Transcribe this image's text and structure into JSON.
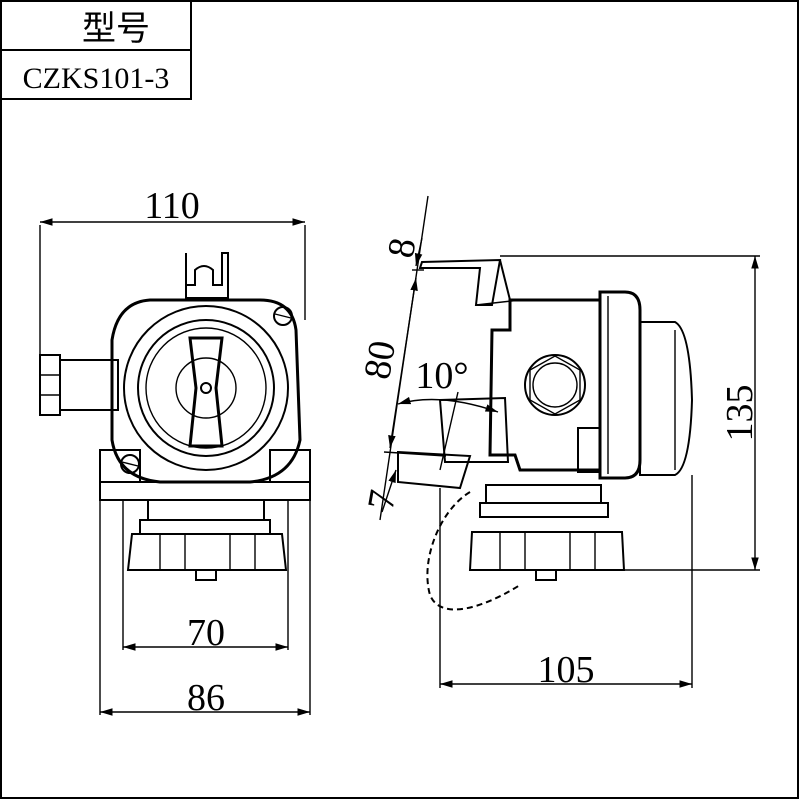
{
  "title_block": {
    "header": "型号",
    "model": "CZKS101-3"
  },
  "dimensions": {
    "front_width": "110",
    "mount_inner": "70",
    "mount_outer": "86",
    "side_top_offset": "8",
    "side_slant_length": "80",
    "tilt_angle": "10°",
    "side_bottom_offset": "7",
    "side_depth": "105",
    "side_height": "135"
  },
  "colors": {
    "line": "#000000",
    "background": "#ffffff"
  }
}
